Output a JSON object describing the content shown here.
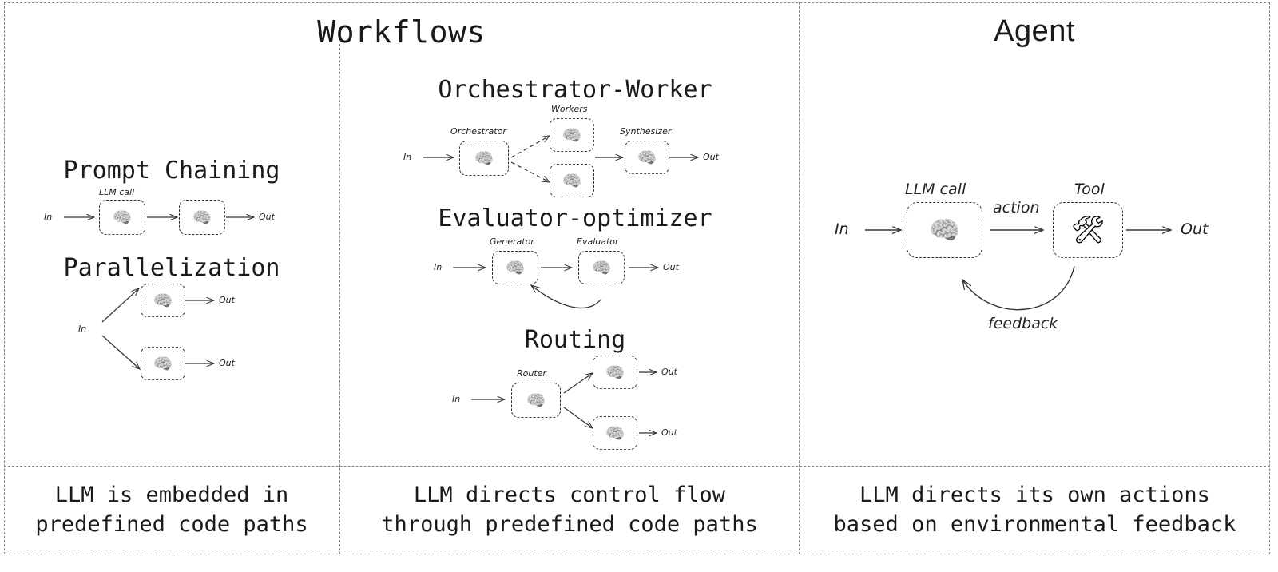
{
  "header": {
    "workflows_title": "Workflows",
    "agent_title": "Agent"
  },
  "columns": {
    "workflows": {
      "caption_left": [
        "LLM is embedded in",
        "predefined code paths"
      ],
      "caption_right": [
        "LLM directs control flow",
        "through predefined code paths"
      ]
    },
    "agent": {
      "caption": [
        "LLM directs its own actions",
        "based on environmental feedback"
      ]
    }
  },
  "patterns": {
    "prompt_chaining": {
      "title": "Prompt Chaining",
      "in_label": "In",
      "out_label": "Out",
      "node_label": "LLM call",
      "node_icon": "brain-icon"
    },
    "parallelization": {
      "title": "Parallelization",
      "in_label": "In",
      "out_label_top": "Out",
      "out_label_bottom": "Out",
      "node_icon": "brain-icon"
    },
    "orchestrator_worker": {
      "title": "Orchestrator-Worker",
      "in_label": "In",
      "out_label": "Out",
      "orchestrator_label": "Orchestrator",
      "workers_label": "Workers",
      "synthesizer_label": "Synthesizer",
      "node_icon": "brain-icon"
    },
    "evaluator_optimizer": {
      "title": "Evaluator-optimizer",
      "in_label": "In",
      "out_label": "Out",
      "generator_label": "Generator",
      "evaluator_label": "Evaluator",
      "node_icon": "brain-icon"
    },
    "routing": {
      "title": "Routing",
      "in_label": "In",
      "router_label": "Router",
      "out_label_top": "Out",
      "out_label_bottom": "Out",
      "node_icon": "brain-icon"
    },
    "agent_loop": {
      "in_label": "In",
      "out_label": "Out",
      "llm_call_label": "LLM call",
      "tool_label": "Tool",
      "action_label": "action",
      "feedback_label": "feedback",
      "llm_icon": "brain-icon",
      "tool_icon": "hammer-and-wrench-icon"
    }
  },
  "glyphs": {
    "brain": "🧠",
    "tool": "🛠"
  },
  "colors": {
    "ink": "#1a1a1a",
    "divider": "#888888",
    "node_border": "#333333",
    "background": "#ffffff"
  }
}
